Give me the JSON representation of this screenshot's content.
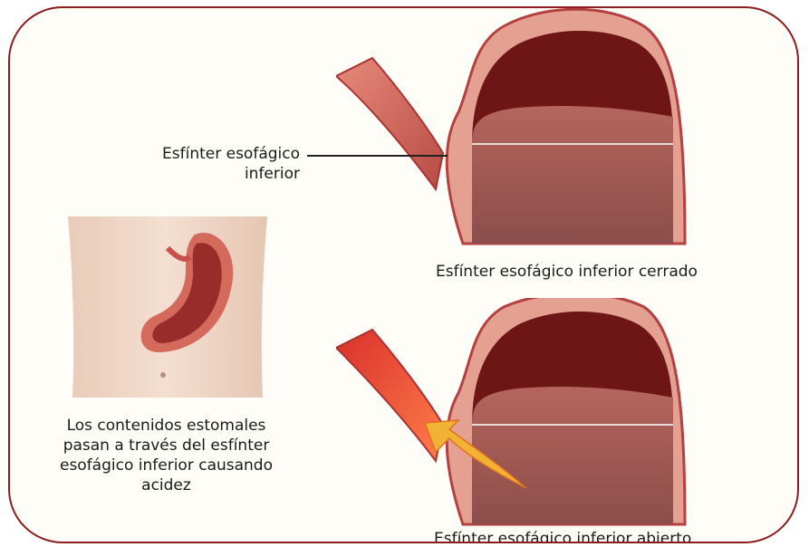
{
  "labels": {
    "sphincter_pointer": "Esfínter esofágico inferior",
    "closed_caption": "Esfínter esofágico inferior cerrado",
    "open_caption": "Esfínter esofágico inferior abierto",
    "torso_caption": "Los contenidos estomales pasan a través del esfínter esofágico inferior causando acidez"
  },
  "colors": {
    "border": "#8b1d1d",
    "stomach_outer": "#d97b6e",
    "stomach_inner": "#7a1c1c",
    "acid": "#e8a020"
  }
}
